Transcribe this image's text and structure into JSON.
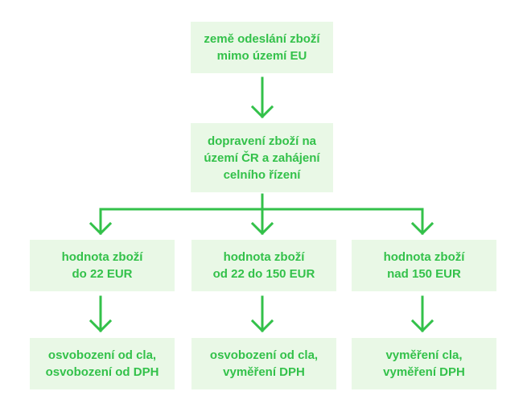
{
  "diagram": {
    "accent_color": "#33c14a",
    "box_fill": "#e9f8e6",
    "nodes": {
      "origin": {
        "lines": [
          "země odeslání zboží",
          "mimo území EU"
        ]
      },
      "transport": {
        "lines": [
          "dopravení zboží na",
          "území ČR a zahájení",
          "celního řízení"
        ]
      },
      "value_low": {
        "lines": [
          "hodnota zboží",
          "do 22 EUR"
        ]
      },
      "value_mid": {
        "lines": [
          "hodnota zboží",
          "od 22 do 150 EUR"
        ]
      },
      "value_high": {
        "lines": [
          "hodnota zboží",
          "nad 150 EUR"
        ]
      },
      "result_low": {
        "lines": [
          "osvobození od cla,",
          "osvobození od DPH"
        ]
      },
      "result_mid": {
        "lines": [
          "osvobození od cla,",
          "vyměření DPH"
        ]
      },
      "result_high": {
        "lines": [
          "vyměření cla,",
          "vyměření DPH"
        ]
      }
    }
  }
}
